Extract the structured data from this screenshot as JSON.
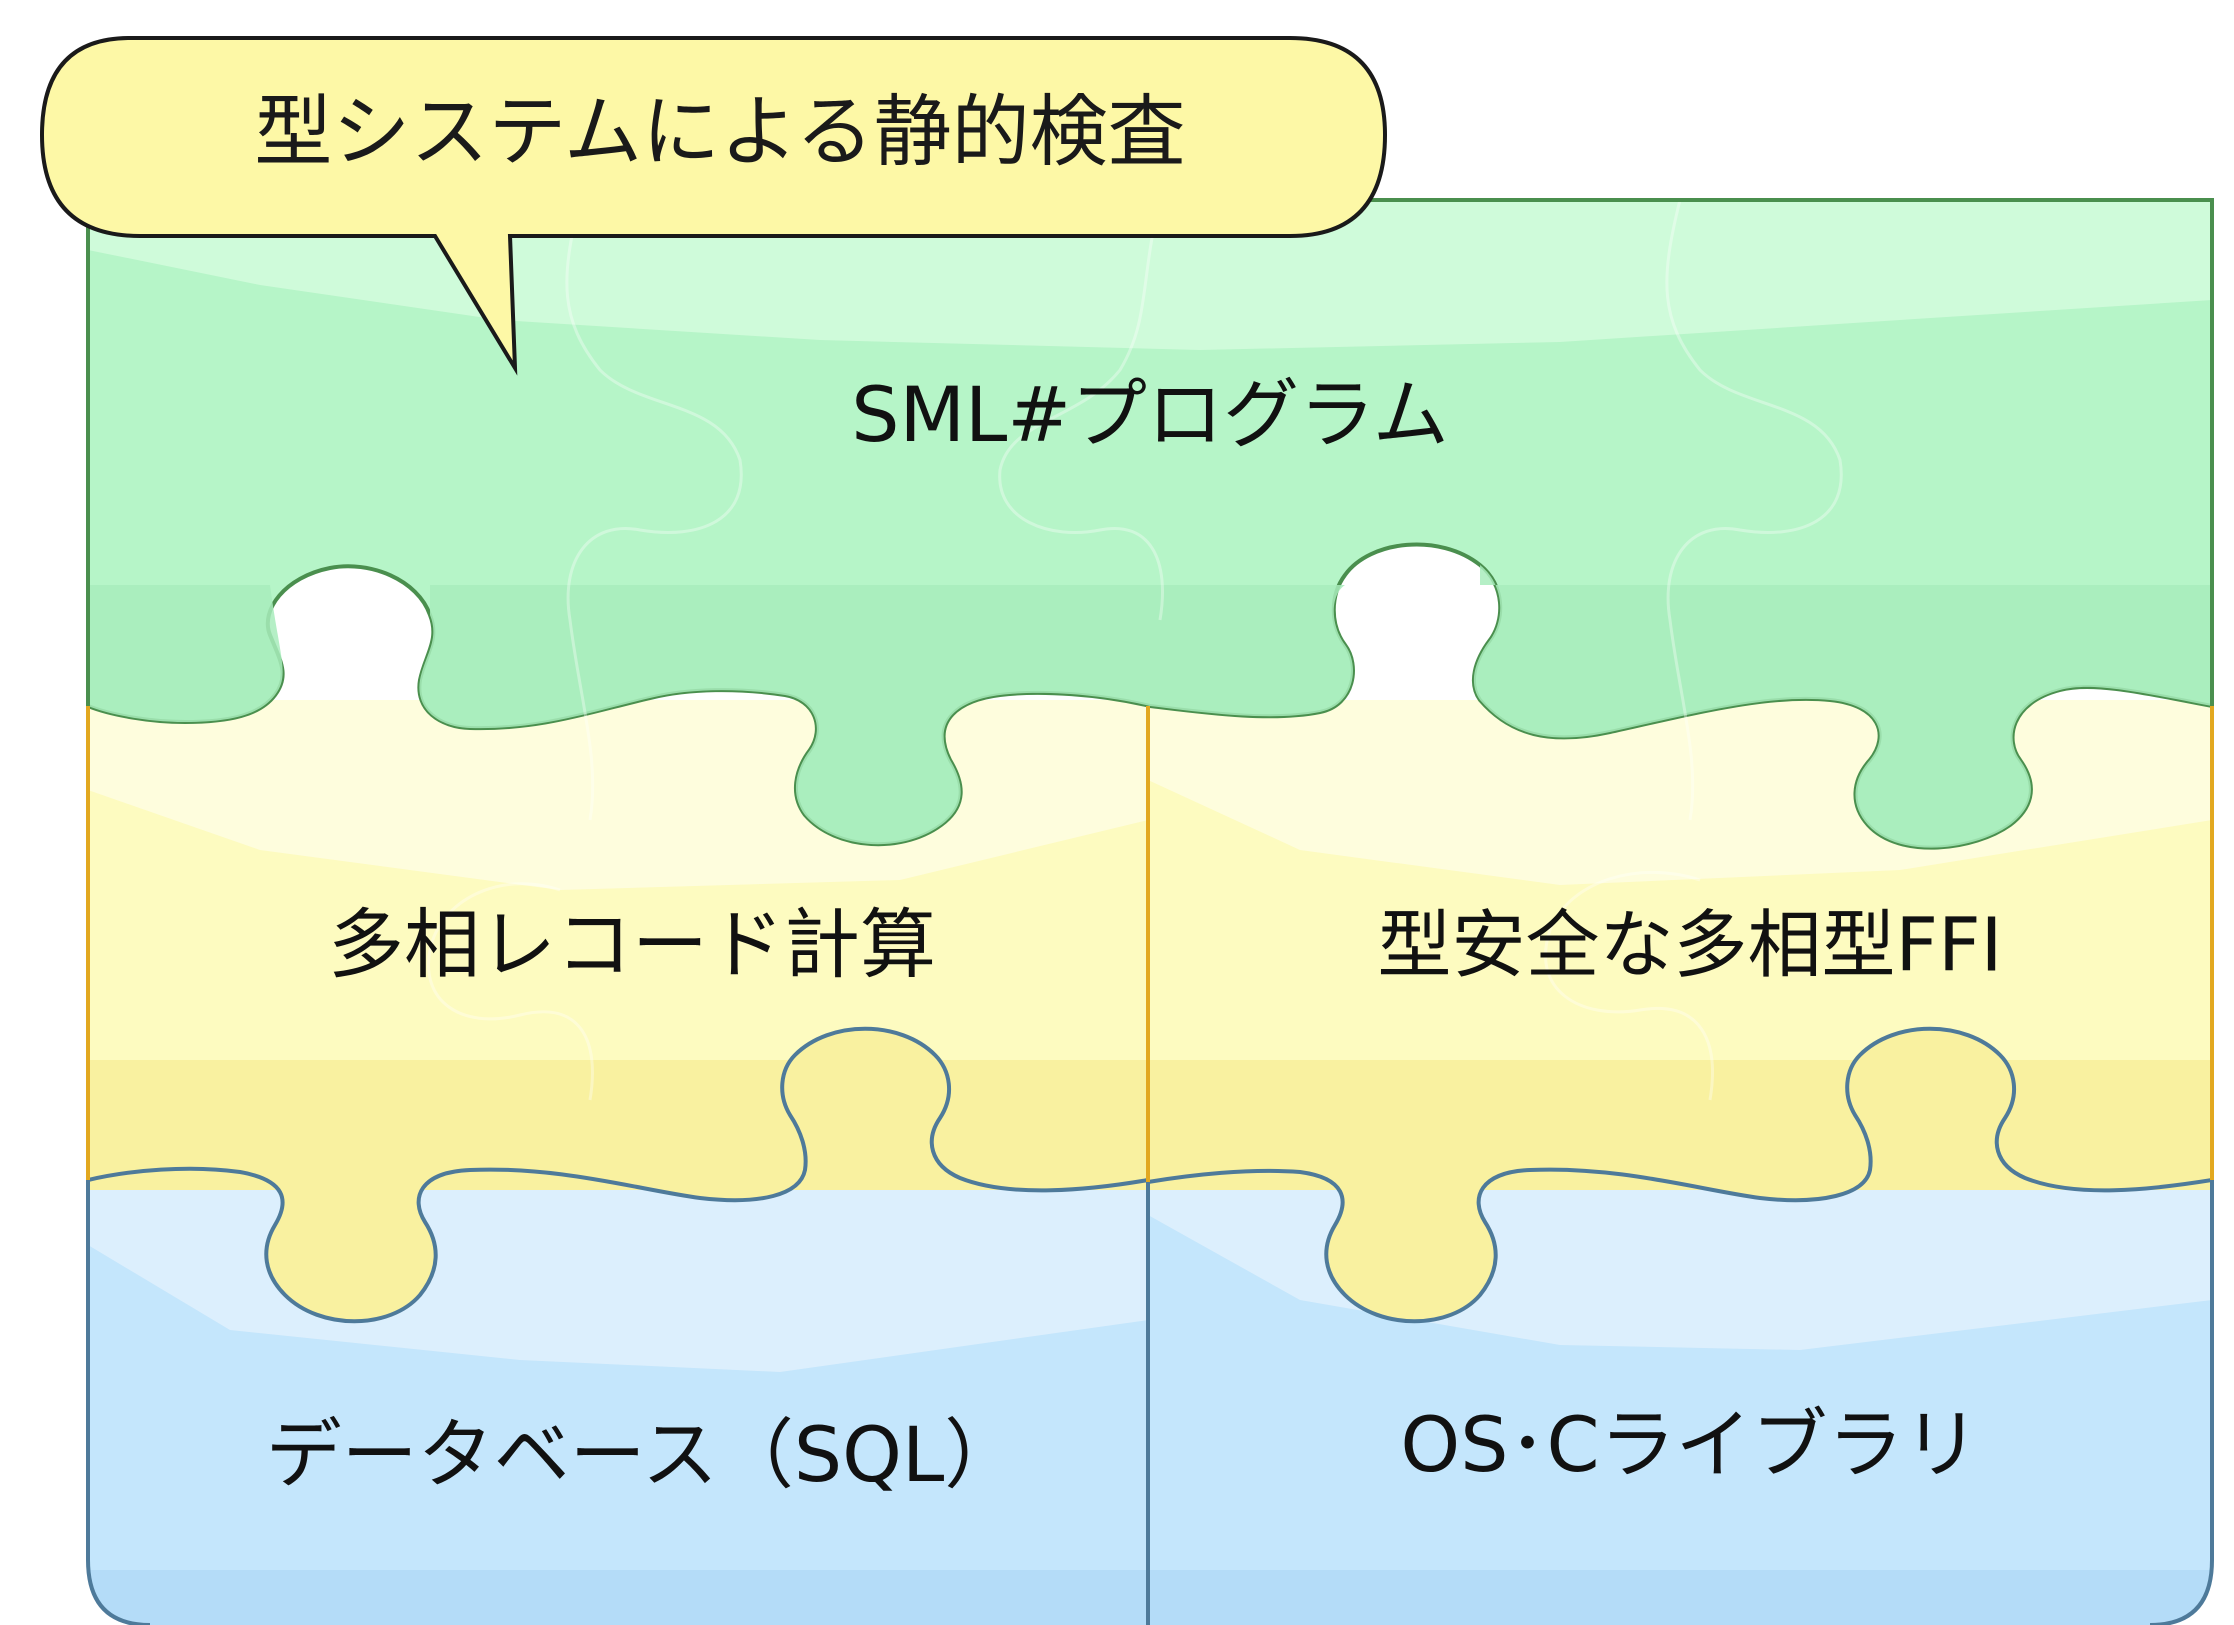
{
  "callout": {
    "text": "型システムによる静的検査"
  },
  "pieces": {
    "top": {
      "label": "SML#プログラム",
      "color": "#b6f5c8",
      "stroke": "#4a8f4e"
    },
    "middle_left": {
      "label": "多相レコード計算",
      "color": "#fdfbc0",
      "stroke": "#e2a820"
    },
    "middle_right": {
      "label": "型安全な多相型FFI",
      "color": "#fdfbc0",
      "stroke": "#e2a820"
    },
    "bottom_left": {
      "label": "データベース（SQL）",
      "color": "#c4e6fc",
      "stroke": "#4e7a9a"
    },
    "bottom_right": {
      "label": "OS･Cライブラリ",
      "color": "#c4e6fc",
      "stroke": "#4e7a9a"
    }
  },
  "colors": {
    "callout_fill": "#fdf8a6",
    "callout_stroke": "#1a1a1a",
    "green_shadow": "#a8ecbc",
    "yellow_shadow": "#f9f1a0",
    "blue_shadow": "#b4dcf8"
  }
}
